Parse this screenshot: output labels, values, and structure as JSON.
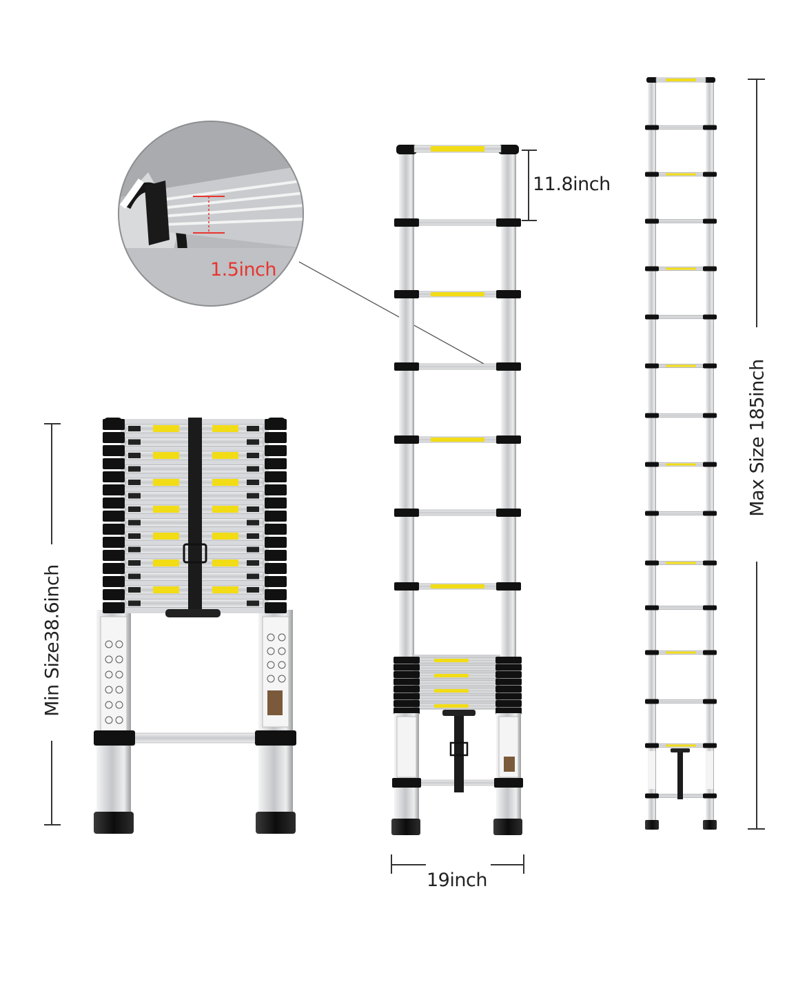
{
  "labels": {
    "rung_thickness": "1.5inch",
    "rung_spacing": "11.8inch",
    "min_size": "Min Size38.6inch",
    "max_size": "Max Size  185inch",
    "width": "19inch"
  },
  "colors": {
    "dimension_text": "#222222",
    "callout_text": "#e8342f",
    "rung_label": "#f2dc16",
    "aluminum": "#d4d6d9",
    "rubber": "#111111"
  }
}
